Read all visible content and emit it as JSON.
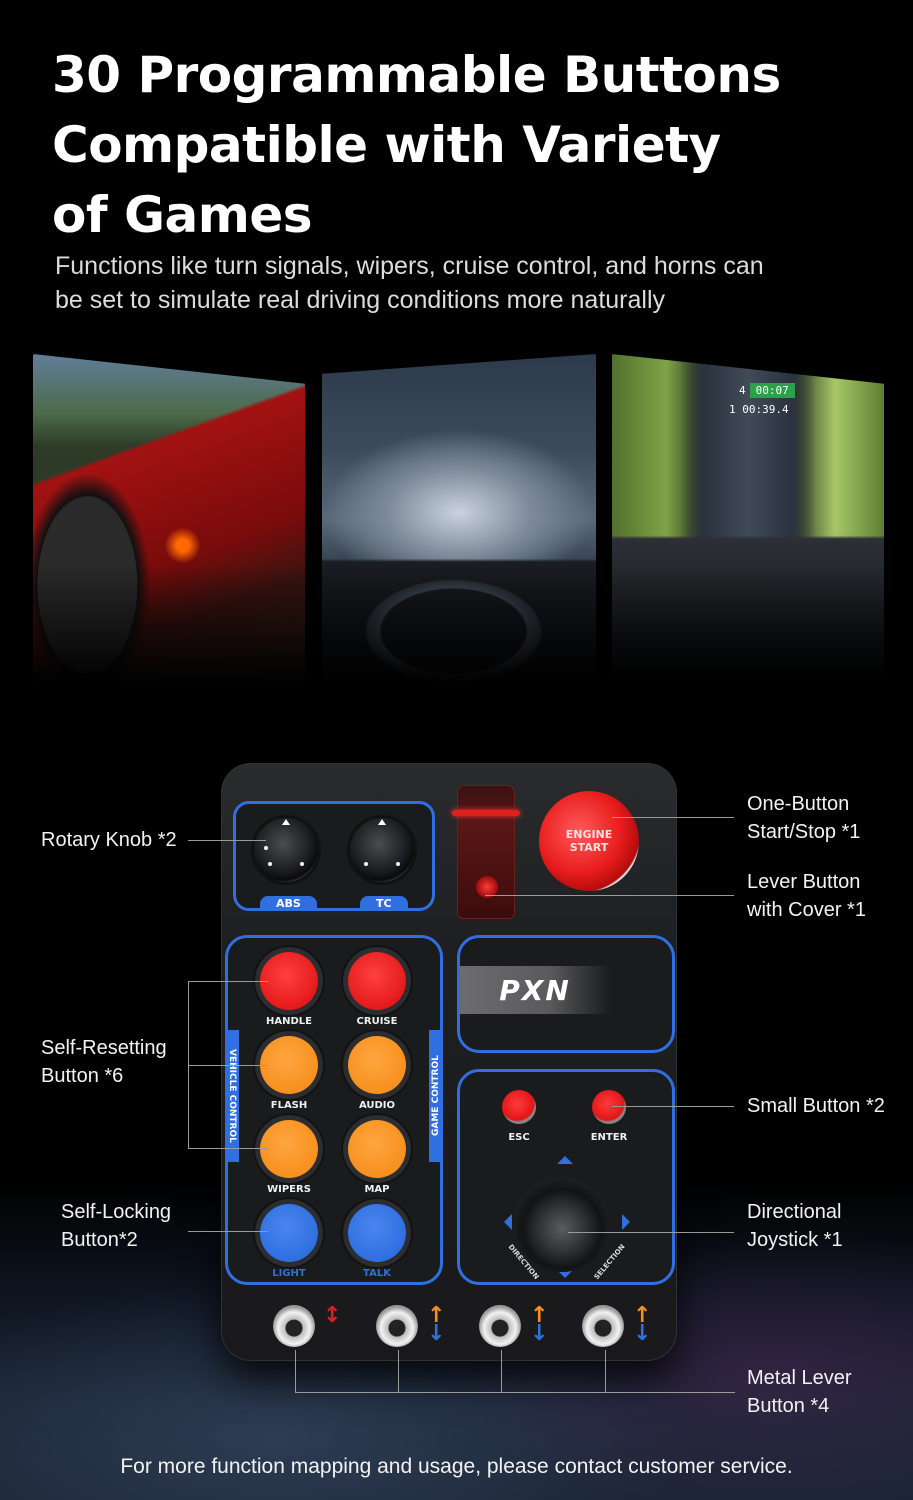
{
  "header": {
    "title_lines": [
      "30 Programmable Buttons",
      "Compatible with Variety",
      "of Games"
    ],
    "subtitle_lines": [
      "Functions like turn signals, wipers, cruise control, and horns can",
      "be set to simulate real driving conditions more naturally"
    ]
  },
  "scenes": [
    {
      "name": "truck-rear-lights-scene",
      "text": ""
    },
    {
      "name": "rainy-highway-cockpit-scene",
      "text": ""
    },
    {
      "name": "rally-forest-road-scene",
      "hud_label": "4",
      "hud_timer": "00:07",
      "hud_lap": "1  00:39.4"
    }
  ],
  "device": {
    "brand": "PXN",
    "knobs": [
      {
        "label": "ABS"
      },
      {
        "label": "TC"
      }
    ],
    "engine_button": {
      "line1": "ENGINE",
      "line2": "START"
    },
    "vehicle_control_label": "VEHICLE CONTROL",
    "game_control_label": "GAME CONTROL",
    "buttons": [
      {
        "label": "HANDLE",
        "color": "#e41a1a"
      },
      {
        "label": "CRUISE",
        "color": "#e41a1a"
      },
      {
        "label": "FLASH",
        "color": "#f7901e"
      },
      {
        "label": "AUDIO",
        "color": "#f7901e"
      },
      {
        "label": "WIPERS",
        "color": "#f7901e"
      },
      {
        "label": "MAP",
        "color": "#f7901e"
      },
      {
        "label": "LIGHT",
        "color": "#2f6fe0"
      },
      {
        "label": "TALK",
        "color": "#2f6fe0"
      }
    ],
    "small_buttons": [
      {
        "label": "ESC"
      },
      {
        "label": "ENTER"
      }
    ],
    "joystick": {
      "left_label": "DIRECTION",
      "right_label": "SELECTION"
    },
    "toggles": [
      {
        "arrow_up": "#e0201e",
        "arrow_down": "#e0201e"
      },
      {
        "arrow_up": "#f7901e",
        "arrow_down": "#2f6fe0"
      },
      {
        "arrow_up": "#f7901e",
        "arrow_down": "#2f6fe0"
      },
      {
        "arrow_up": "#f7901e",
        "arrow_down": "#2f6fe0"
      }
    ]
  },
  "callouts": {
    "rotary_knob": "Rotary Knob *2",
    "self_resetting": [
      "Self-Resetting",
      "Button *6"
    ],
    "self_locking": [
      "Self-Locking",
      "Button*2"
    ],
    "one_button": [
      "One-Button",
      "Start/Stop *1"
    ],
    "lever_cover": [
      "Lever Button",
      "with Cover *1"
    ],
    "small_button": "Small Button *2",
    "joystick": [
      "Directional",
      "Joystick *1"
    ],
    "metal_lever": [
      "Metal Lever",
      "Button *4"
    ]
  },
  "footer": "For more function mapping and usage, please contact customer service.",
  "colors": {
    "accent_blue": "#2f6fe0",
    "red": "#e41a1a",
    "orange": "#f7901e",
    "background": "#000000"
  }
}
